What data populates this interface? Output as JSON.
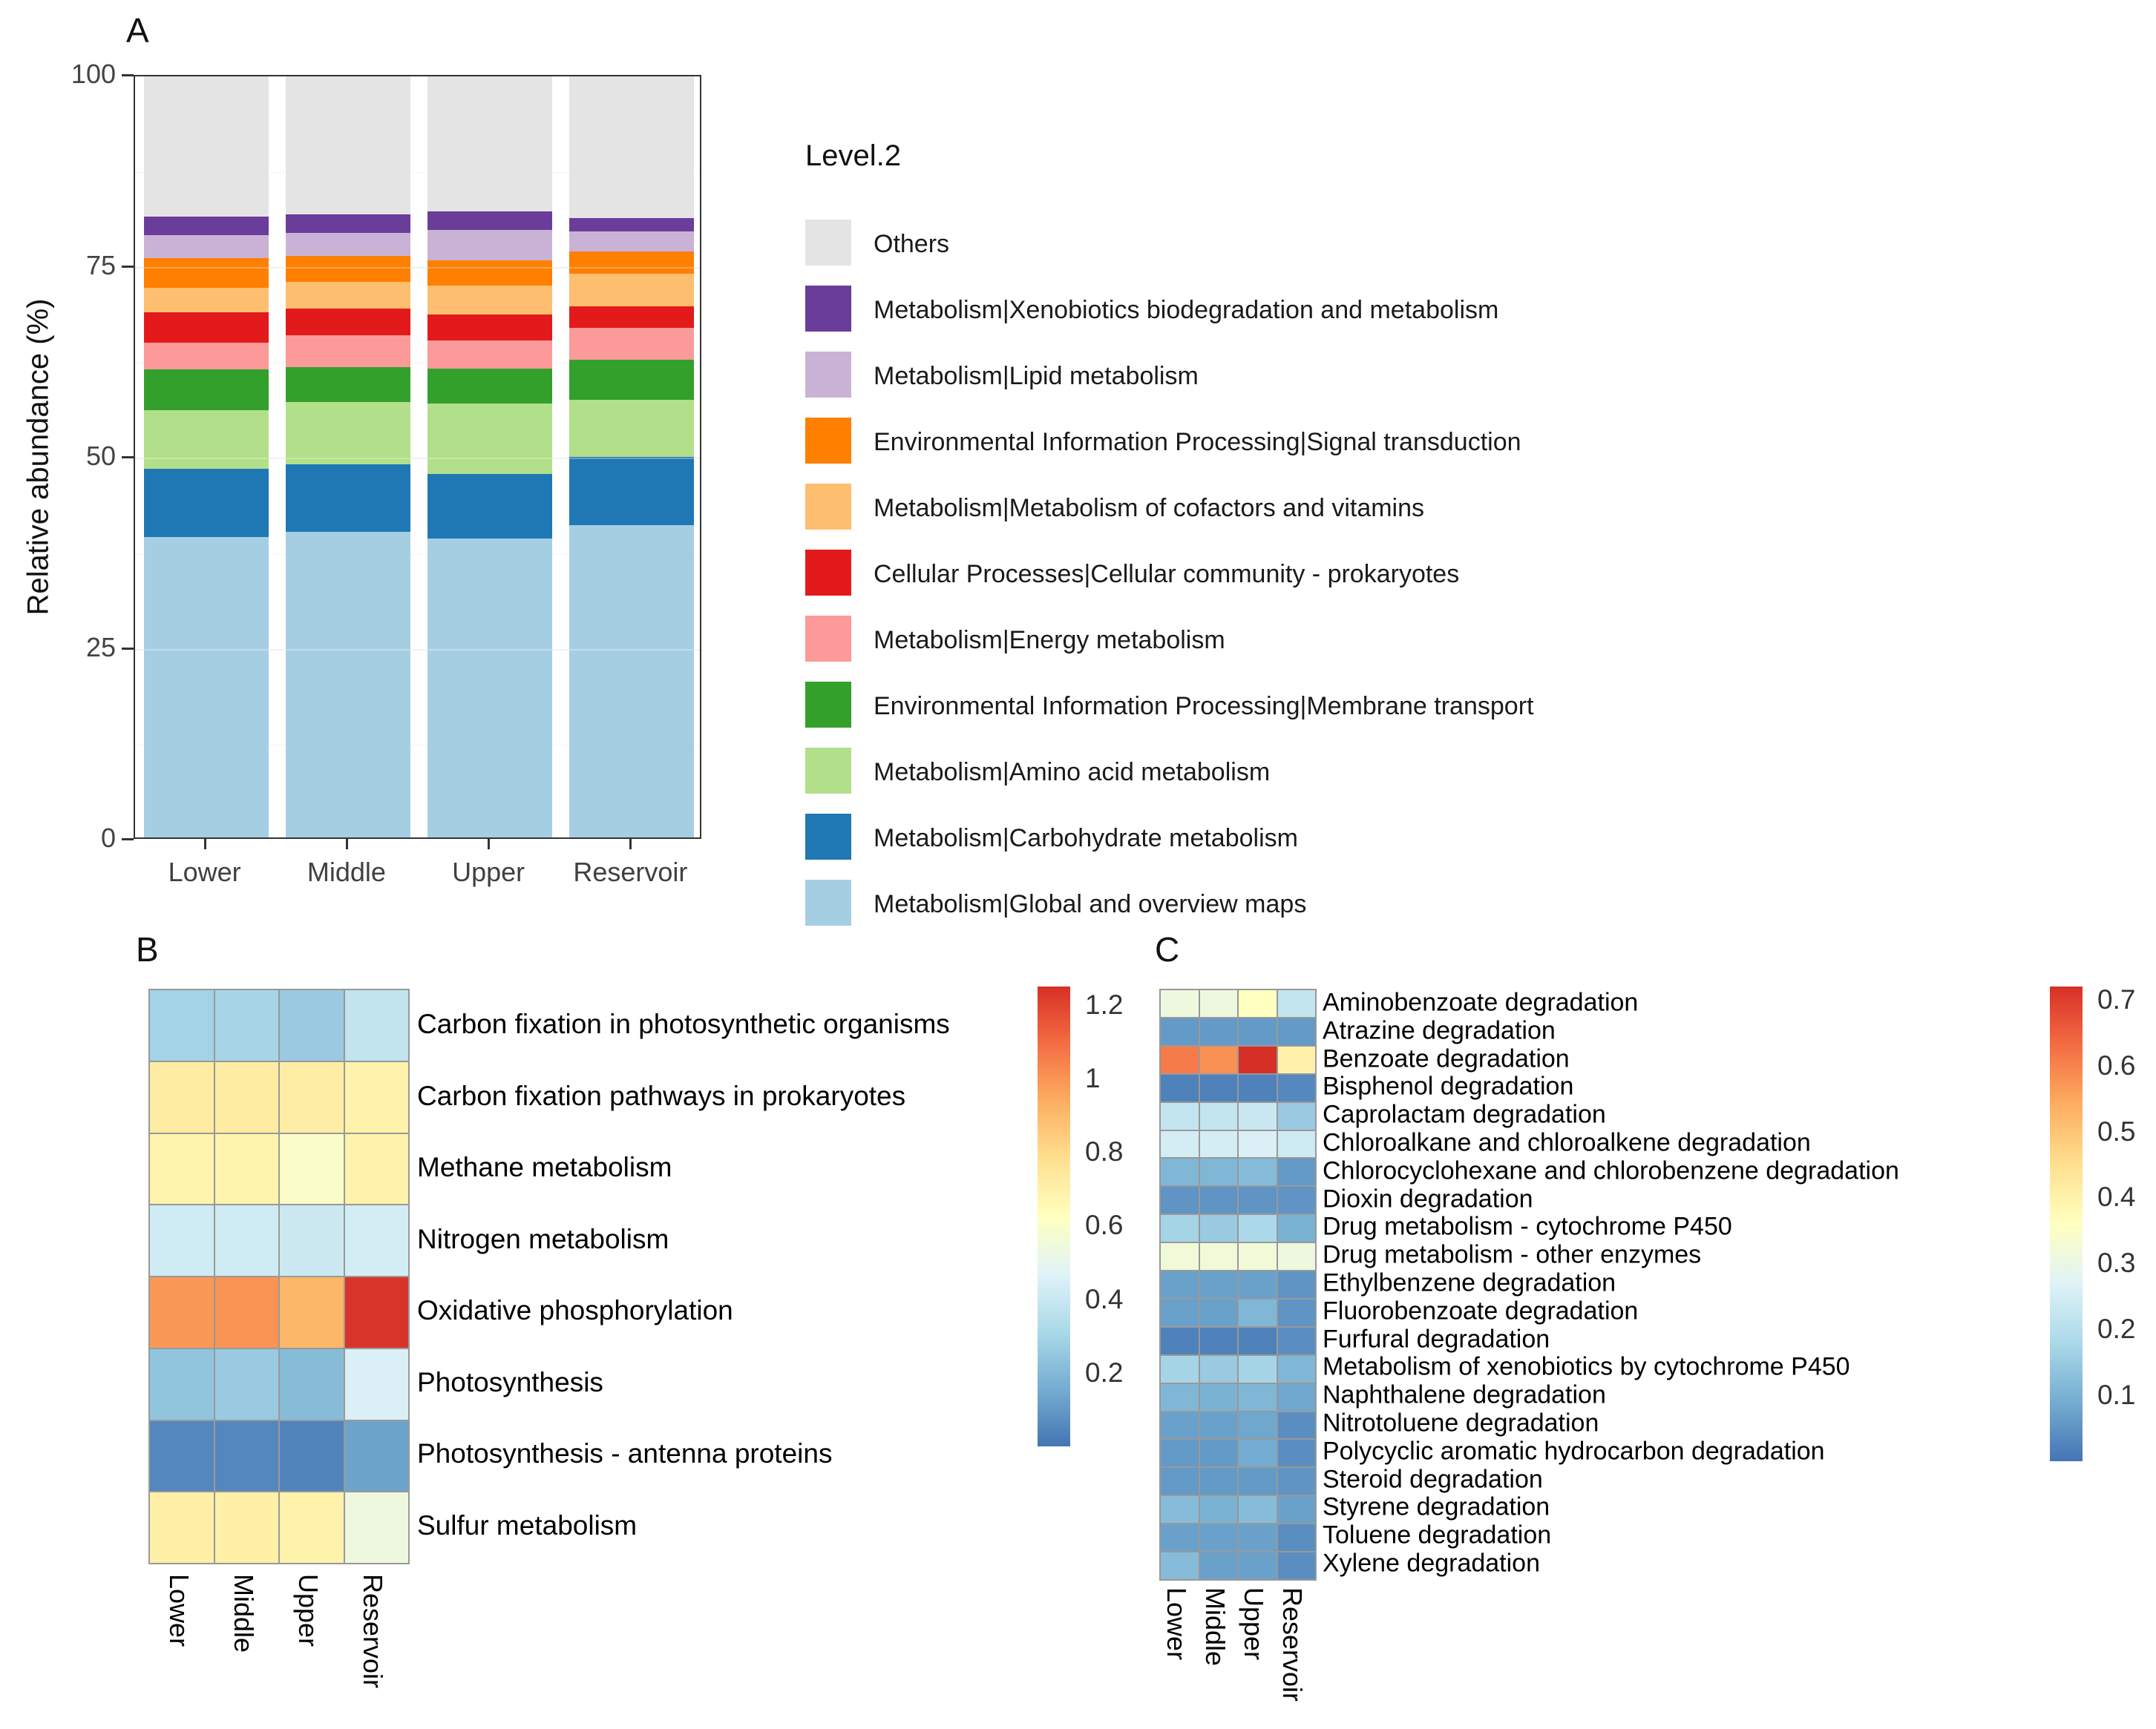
{
  "panels": {
    "a": {
      "label": "A"
    },
    "b": {
      "label": "B"
    },
    "c": {
      "label": "C"
    }
  },
  "chart_data": [
    {
      "panel": "A",
      "type": "bar",
      "stacked": true,
      "legend_title": "Level.2",
      "ylabel": "Relative abundance (%)",
      "ylim": [
        0,
        100
      ],
      "y_ticks": [
        0,
        25,
        50,
        75,
        100
      ],
      "categories": [
        "Lower",
        "Middle",
        "Upper",
        "Reservoir"
      ],
      "legend_position": "right",
      "series_bottom_to_top": [
        {
          "name": "Metabolism|Global and overview maps",
          "color": "#A6CEE3",
          "values": [
            39.5,
            40.2,
            39.3,
            41.0
          ]
        },
        {
          "name": "Metabolism|Carbohydrate metabolism",
          "color": "#1F78B4",
          "values": [
            8.9,
            8.8,
            8.5,
            9.0
          ]
        },
        {
          "name": "Metabolism|Amino acid metabolism",
          "color": "#B2DF8A",
          "values": [
            7.7,
            8.2,
            9.2,
            7.5
          ]
        },
        {
          "name": "Environmental Information Processing|Membrane transport",
          "color": "#33A02C",
          "values": [
            5.4,
            4.6,
            4.6,
            5.3
          ]
        },
        {
          "name": "Metabolism|Energy metabolism",
          "color": "#FB9A99",
          "values": [
            3.5,
            4.2,
            3.7,
            4.2
          ]
        },
        {
          "name": "Cellular Processes|Cellular community - prokaryotes",
          "color": "#E31A1C",
          "values": [
            4.0,
            3.5,
            3.4,
            2.8
          ]
        },
        {
          "name": "Metabolism|Metabolism of cofactors and vitamins",
          "color": "#FDBF6F",
          "values": [
            3.2,
            3.5,
            3.8,
            4.3
          ]
        },
        {
          "name": "Environmental Information Processing|Signal transduction",
          "color": "#FF7F00",
          "values": [
            3.9,
            3.4,
            3.3,
            2.9
          ]
        },
        {
          "name": "Metabolism|Lipid metabolism",
          "color": "#CAB2D6",
          "values": [
            3.0,
            3.0,
            4.0,
            2.6
          ]
        },
        {
          "name": "Metabolism|Xenobiotics biodegradation and metabolism",
          "color": "#6A3D9A",
          "values": [
            2.5,
            2.5,
            2.5,
            1.8
          ]
        },
        {
          "name": "Others",
          "color": "#E4E4E4",
          "values": [
            18.4,
            18.1,
            17.7,
            18.6
          ]
        }
      ]
    },
    {
      "panel": "B",
      "type": "heatmap",
      "categories": [
        "Lower",
        "Middle",
        "Upper",
        "Reservoir"
      ],
      "rows": [
        "Carbon fixation in photosynthetic organisms",
        "Carbon fixation pathways in prokaryotes",
        "Methane metabolism",
        "Nitrogen metabolism",
        "Oxidative phosphorylation",
        "Photosynthesis",
        "Photosynthesis - antenna proteins",
        "Sulfur metabolism"
      ],
      "values": [
        [
          0.29,
          0.3,
          0.26,
          0.38
        ],
        [
          0.72,
          0.72,
          0.71,
          0.69
        ],
        [
          0.68,
          0.68,
          0.6,
          0.69
        ],
        [
          0.42,
          0.42,
          0.41,
          0.43
        ],
        [
          0.99,
          1.0,
          0.91,
          1.24
        ],
        [
          0.24,
          0.26,
          0.21,
          0.45
        ],
        [
          0.05,
          0.05,
          0.04,
          0.13
        ],
        [
          0.7,
          0.7,
          0.69,
          0.54
        ]
      ],
      "scale_min": 0,
      "scale_max": 1.25,
      "colorbar_ticks": [
        0.2,
        0.4,
        0.6,
        0.8,
        1,
        1.2
      ],
      "colormap_low_to_high": [
        "#4575B4",
        "#74ADD1",
        "#ABD9E9",
        "#E0F3F8",
        "#FFFFBF",
        "#FEE090",
        "#FDAE61",
        "#F46D43",
        "#D73027"
      ]
    },
    {
      "panel": "C",
      "type": "heatmap",
      "categories": [
        "Lower",
        "Middle",
        "Upper",
        "Reservoir"
      ],
      "rows": [
        "Aminobenzoate degradation",
        "Atrazine degradation",
        "Benzoate degradation",
        "Bisphenol degradation",
        "Caprolactam degradation",
        "Chloroalkane and chloroalkene degradation",
        "Chlorocyclohexane and chlorobenzene degradation",
        "Dioxin degradation",
        "Drug metabolism - cytochrome P450",
        "Drug metabolism - other enzymes",
        "Ethylbenzene degradation",
        "Fluorobenzoate degradation",
        "Furfural degradation",
        "Metabolism of xenobiotics by cytochrome P450",
        "Naphthalene degradation",
        "Nitrotoluene degradation",
        "Polycyclic aromatic hydrocarbon degradation",
        "Steroid degradation",
        "Styrene degradation",
        "Toluene degradation",
        "Xylene degradation"
      ],
      "values": [
        [
          0.31,
          0.31,
          0.36,
          0.22
        ],
        [
          0.06,
          0.06,
          0.06,
          0.06
        ],
        [
          0.61,
          0.58,
          0.72,
          0.4
        ],
        [
          0.02,
          0.02,
          0.02,
          0.03
        ],
        [
          0.22,
          0.22,
          0.23,
          0.15
        ],
        [
          0.25,
          0.25,
          0.26,
          0.24
        ],
        [
          0.11,
          0.11,
          0.12,
          0.06
        ],
        [
          0.05,
          0.05,
          0.05,
          0.05
        ],
        [
          0.17,
          0.15,
          0.18,
          0.1
        ],
        [
          0.32,
          0.32,
          0.32,
          0.31
        ],
        [
          0.07,
          0.07,
          0.07,
          0.05
        ],
        [
          0.07,
          0.07,
          0.11,
          0.05
        ],
        [
          0.02,
          0.02,
          0.02,
          0.04
        ],
        [
          0.17,
          0.15,
          0.17,
          0.11
        ],
        [
          0.11,
          0.1,
          0.11,
          0.08
        ],
        [
          0.07,
          0.07,
          0.08,
          0.04
        ],
        [
          0.06,
          0.06,
          0.09,
          0.04
        ],
        [
          0.06,
          0.06,
          0.06,
          0.05
        ],
        [
          0.12,
          0.1,
          0.12,
          0.07
        ],
        [
          0.07,
          0.07,
          0.07,
          0.04
        ],
        [
          0.12,
          0.07,
          0.07,
          0.04
        ]
      ],
      "scale_min": 0,
      "scale_max": 0.72,
      "colorbar_ticks": [
        0.1,
        0.2,
        0.3,
        0.4,
        0.5,
        0.6,
        0.7
      ],
      "colormap_low_to_high": [
        "#4575B4",
        "#74ADD1",
        "#ABD9E9",
        "#E0F3F8",
        "#FFFFBF",
        "#FEE090",
        "#FDAE61",
        "#F46D43",
        "#D73027"
      ]
    }
  ]
}
